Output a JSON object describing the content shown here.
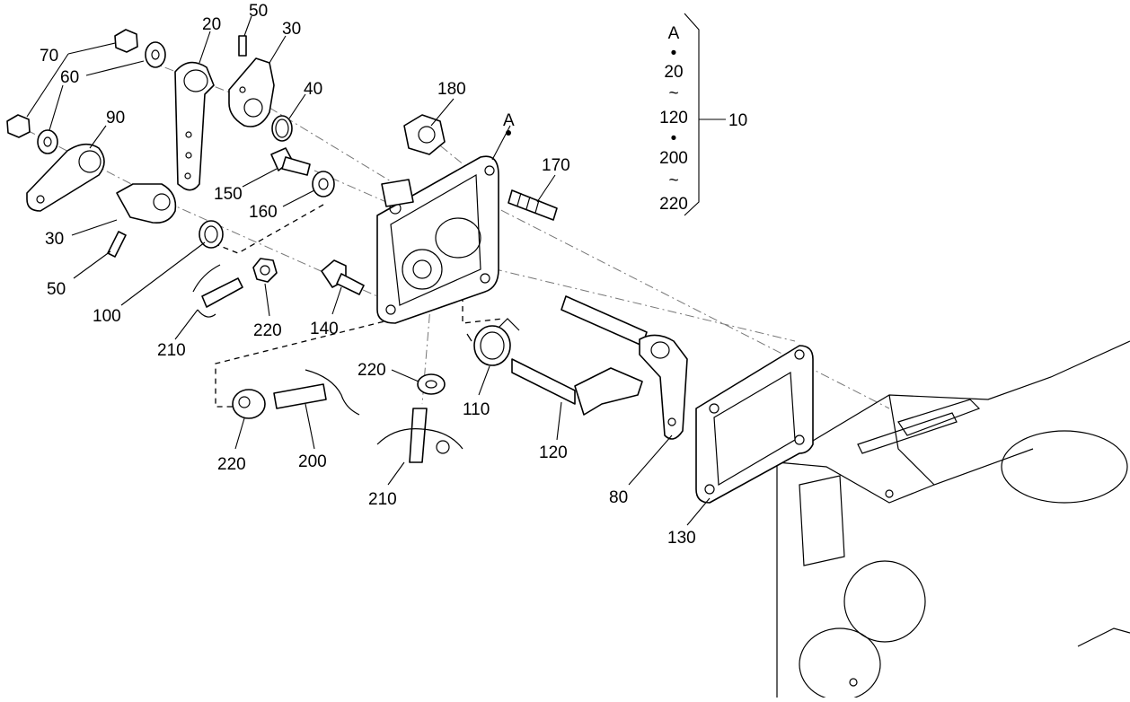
{
  "callouts": {
    "c70": "70",
    "c60": "60",
    "c20": "20",
    "c50_top": "50",
    "c30_top": "30",
    "c40": "40",
    "c90": "90",
    "c180": "180",
    "cA": "A",
    "c170": "170",
    "c150": "150",
    "c160": "160",
    "c30_left": "30",
    "c50_left": "50",
    "c100": "100",
    "c220_a": "220",
    "c140": "140",
    "c210_a": "210",
    "c220_b": "220",
    "c110": "110",
    "c220_c": "220",
    "c200": "200",
    "c120": "120",
    "c210_b": "210",
    "c80": "80",
    "c130": "130"
  },
  "legend": {
    "rows": [
      "A",
      "•",
      "20",
      "~",
      "120",
      "•",
      "200",
      "~",
      "220"
    ],
    "group_label": "10"
  }
}
